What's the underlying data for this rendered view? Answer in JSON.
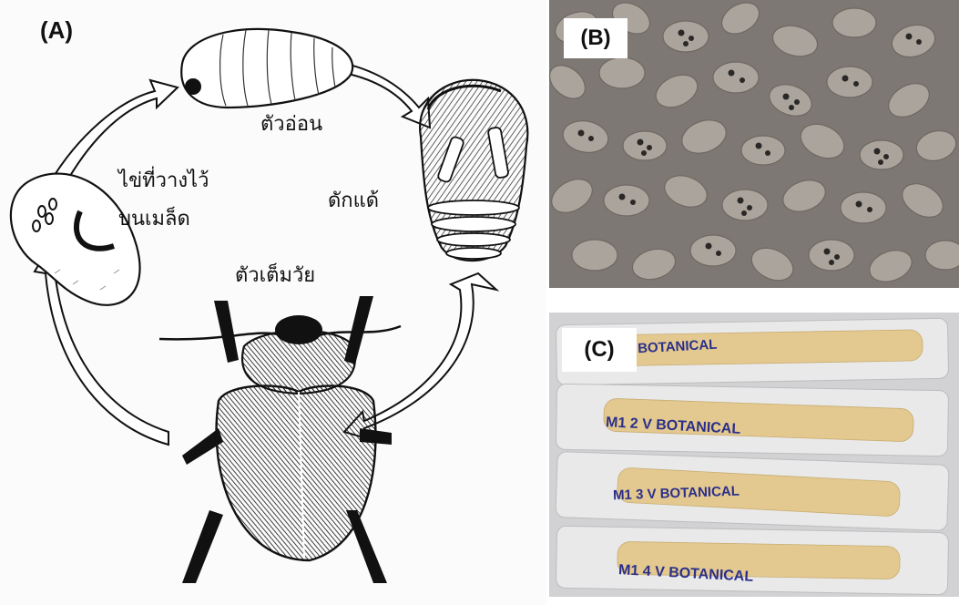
{
  "panels": {
    "a": {
      "label": "(A)",
      "stages": {
        "larva": "ตัวอ่อน",
        "pupa": "ดักแด้",
        "egg_line1": "ไข่ที่วางไว้",
        "egg_line2": "บนเมล็ด",
        "adult": "ตัวเต็มวัย"
      }
    },
    "b": {
      "label": "(B)"
    },
    "c": {
      "label": "(C)",
      "bag_labels": [
        "M1 V BOTANICAL",
        "M1 2 V BOTANICAL",
        "M1 3 V BOTANICAL",
        "M1 4 V BOTANICAL"
      ]
    }
  },
  "colors": {
    "ink": "#111111",
    "seed_grey": "#a8a29a",
    "seed_cream": "#e6cf9e",
    "bag_label_ink": "#2b2f8a"
  }
}
